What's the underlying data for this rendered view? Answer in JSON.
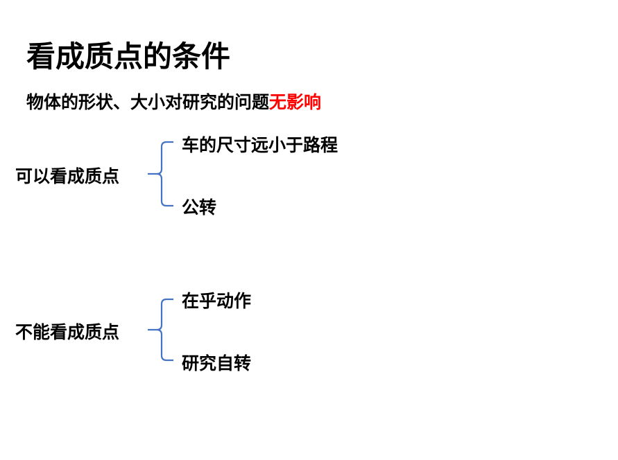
{
  "title": "看成质点的条件",
  "subtitle": {
    "text": "物体的形状、大小对研究的问题",
    "highlight": "无影响",
    "highlight_color": "#ff0000"
  },
  "brace_color": "#4472C4",
  "groups": [
    {
      "label": "可以看成质点",
      "items": [
        "车的尺寸远小于路程",
        "公转"
      ]
    },
    {
      "label": "不能看成质点",
      "items": [
        "在乎动作",
        "研究自转"
      ]
    }
  ]
}
